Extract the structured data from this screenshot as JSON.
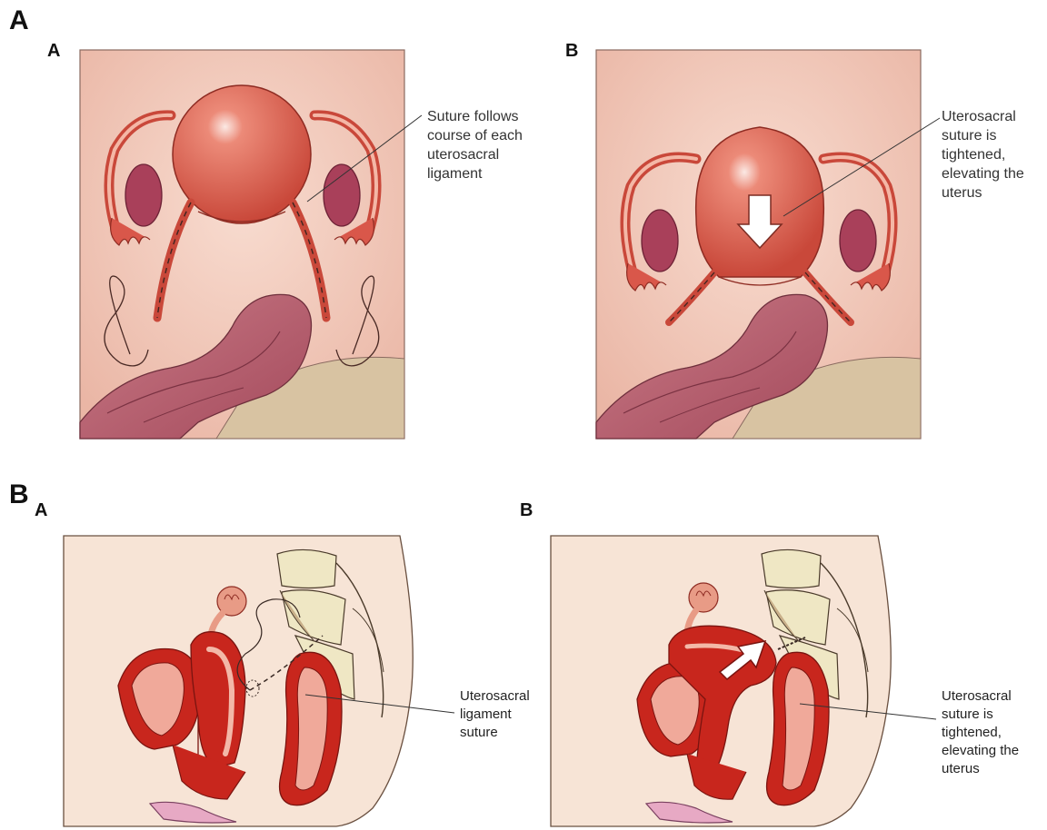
{
  "figure_A": {
    "letter": "A",
    "panel_a": {
      "letter": "A",
      "annotation": [
        "Suture follows",
        "course of each",
        "uterosacral",
        "ligament"
      ]
    },
    "panel_b": {
      "letter": "B",
      "annotation": [
        "Uterosacral",
        "suture is",
        "tightened,",
        "elevating the",
        "uterus"
      ]
    }
  },
  "figure_B": {
    "letter": "B",
    "panel_a": {
      "letter": "A",
      "annotation": [
        "Uterosacral",
        "ligament",
        "suture"
      ]
    },
    "panel_b": {
      "letter": "B",
      "annotation": [
        "Uterosacral",
        "suture is",
        "tightened,",
        "elevating the",
        "uterus"
      ]
    }
  },
  "colors": {
    "panel_bg": "#f2c9bb",
    "uterus": "#d9574a",
    "bowel": "#b55a6a",
    "body_skin": "#f7e4d6",
    "organ_red": "#c8261d",
    "bone": "#efe7c4"
  }
}
